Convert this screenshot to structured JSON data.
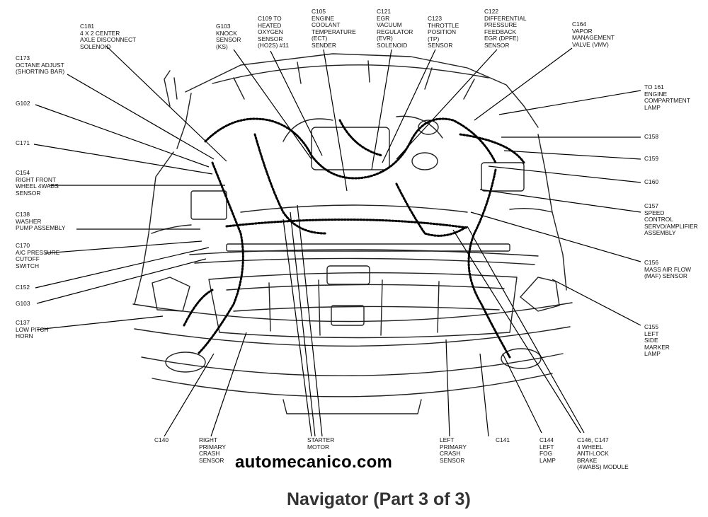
{
  "labels": {
    "c181": [
      "C181",
      "4 X 2 CENTER",
      "AXLE DISCONNECT",
      "SOLENOID"
    ],
    "g103_knock": [
      "G103",
      "KNOCK",
      "SENSOR",
      "(KS)"
    ],
    "c109": [
      "C109 TO",
      "HEATED",
      "OXYGEN",
      "SENSOR",
      "(HO2S) #11"
    ],
    "c105": [
      "C105",
      "ENGINE",
      "COOLANT",
      "TEMPERATURE",
      "(ECT)",
      "SENDER"
    ],
    "c121": [
      "C121",
      "EGR",
      "VACUUM",
      "REGULATOR",
      "(EVR)",
      "SOLENOID"
    ],
    "c123": [
      "C123",
      "THROTTLE",
      "POSITION",
      "(TP)",
      "SENSOR"
    ],
    "c122": [
      "C122",
      "DIFFERENTIAL",
      "PRESSURE",
      "FEEDBACK",
      "EGR (DPFE)",
      "SENSOR"
    ],
    "c164": [
      "C164",
      "VAPOR",
      "MANAGEMENT",
      "VALVE (VMV)"
    ],
    "c173": [
      "C173",
      "OCTANE ADJUST",
      "(SHORTING BAR)"
    ],
    "g102": [
      "G102"
    ],
    "c171": [
      "C171"
    ],
    "c154": [
      "C154",
      "RIGHT FRONT",
      "WHEEL 4WABS",
      "SENSOR"
    ],
    "c138": [
      "C138",
      "WASHER",
      "PUMP ASSEMBLY"
    ],
    "c170": [
      "C170",
      "A/C PRESSURE",
      "CUTOFF",
      "SWITCH"
    ],
    "c152": [
      "C152"
    ],
    "g103": [
      "G103"
    ],
    "c137": [
      "C137",
      "LOW PITCH",
      "HORN"
    ],
    "c140": [
      "C140"
    ],
    "right_crash": [
      "RIGHT",
      "PRIMARY",
      "CRASH",
      "SENSOR"
    ],
    "starter": [
      "STARTER",
      "MOTOR"
    ],
    "left_crash": [
      "LEFT",
      "PRIMARY",
      "CRASH",
      "SENSOR"
    ],
    "c141": [
      "C141"
    ],
    "c144": [
      "C144",
      "LEFT",
      "FOG",
      "LAMP"
    ],
    "c146": [
      "C146, C147",
      "4 WHEEL",
      "ANTI-LOCK",
      "BRAKE",
      "(4WABS) MODULE"
    ],
    "to161": [
      "TO 161",
      "ENGINE",
      "COMPARTMENT",
      "LAMP"
    ],
    "c158": [
      "C158"
    ],
    "c159": [
      "C159"
    ],
    "c160": [
      "C160"
    ],
    "c157": [
      "C157",
      "SPEED",
      "CONTROL",
      "SERVO/AMPLIFIER",
      "ASSEMBLY"
    ],
    "c156": [
      "C156",
      "MASS AIR FLOW",
      "(MAF) SENSOR"
    ],
    "c155": [
      "C155",
      "LEFT",
      "SIDE",
      "MARKER",
      "LAMP"
    ]
  },
  "watermark": "automecanico.com",
  "caption": "Navigator (Part 3 of 3)"
}
